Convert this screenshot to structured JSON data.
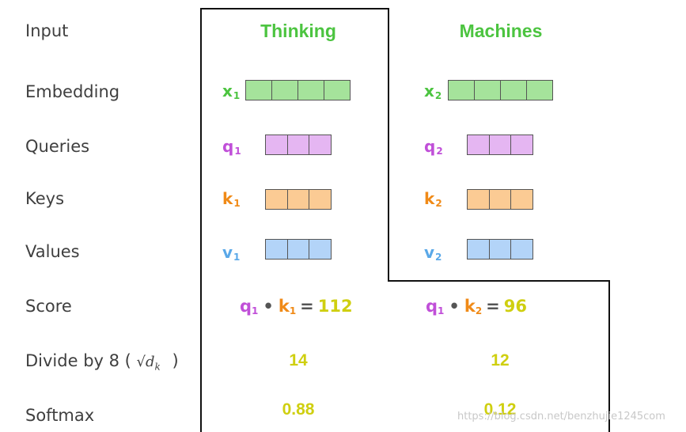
{
  "row_labels": {
    "input": "Input",
    "embedding": "Embedding",
    "queries": "Queries",
    "keys": "Keys",
    "values": "Values",
    "score": "Score",
    "divide": "Divide by 8 (",
    "divide_close": ")",
    "softmax": "Softmax"
  },
  "sqrt_expr": "√d",
  "sqrt_sub": "k",
  "words": [
    "Thinking",
    "Machines"
  ],
  "vectors": {
    "x": [
      "x",
      "x"
    ],
    "x_sub": [
      "1",
      "2"
    ],
    "q": [
      "q",
      "q"
    ],
    "q_sub": [
      "1",
      "2"
    ],
    "k": [
      "k",
      "k"
    ],
    "k_sub": [
      "1",
      "2"
    ],
    "v": [
      "v",
      "v"
    ],
    "v_sub": [
      "1",
      "2"
    ]
  },
  "scores": [
    {
      "q": "q",
      "q_sub": "1",
      "dot": "•",
      "k": "k",
      "k_sub": "1",
      "eq": "=",
      "value": "112"
    },
    {
      "q": "q",
      "q_sub": "1",
      "dot": "•",
      "k": "k",
      "k_sub": "2",
      "eq": "=",
      "value": "96"
    }
  ],
  "divided": [
    "14",
    "12"
  ],
  "softmax": [
    "0.88",
    "0.12"
  ],
  "watermark": "https://blog.csdn.net/benzhujie1245com",
  "colors": {
    "green": "#4cc440",
    "purple": "#c04fd8",
    "orange": "#f08a17",
    "blue": "#5aa8e8",
    "yellow": "#cfcf10"
  }
}
